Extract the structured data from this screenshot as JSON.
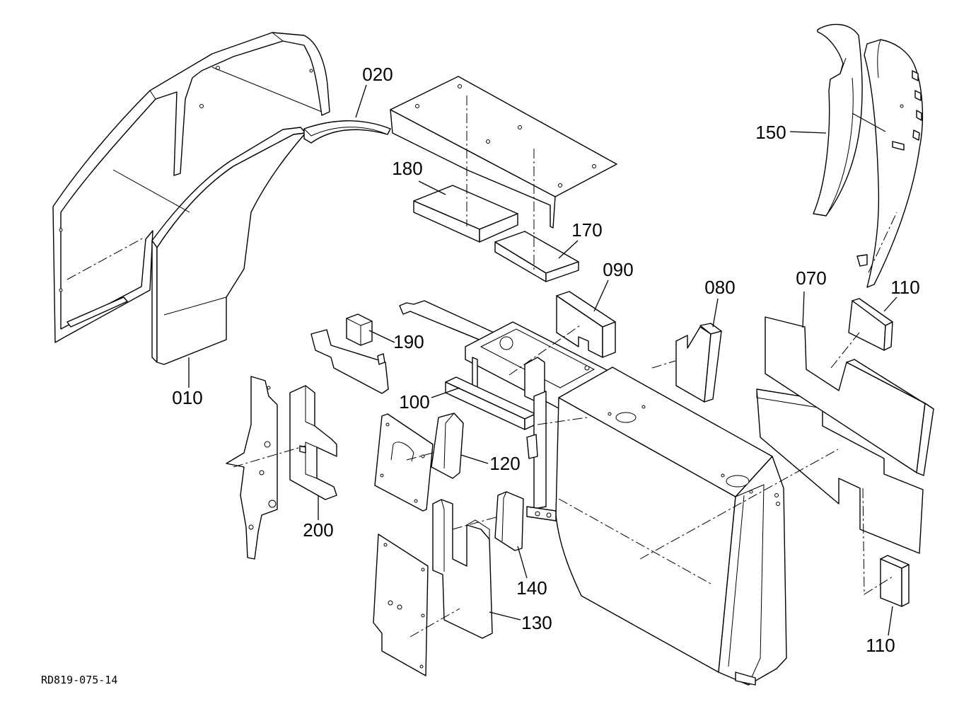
{
  "callouts": {
    "c010": "010",
    "c020": "020",
    "c070": "070",
    "c080": "080",
    "c090": "090",
    "c100": "100",
    "c110_upper": "110",
    "c110_lower": "110",
    "c120": "120",
    "c130": "130",
    "c140": "140",
    "c150": "150",
    "c170": "170",
    "c180": "180",
    "c190": "190",
    "c200": "200"
  },
  "drawing_number": "RD819-075-14"
}
